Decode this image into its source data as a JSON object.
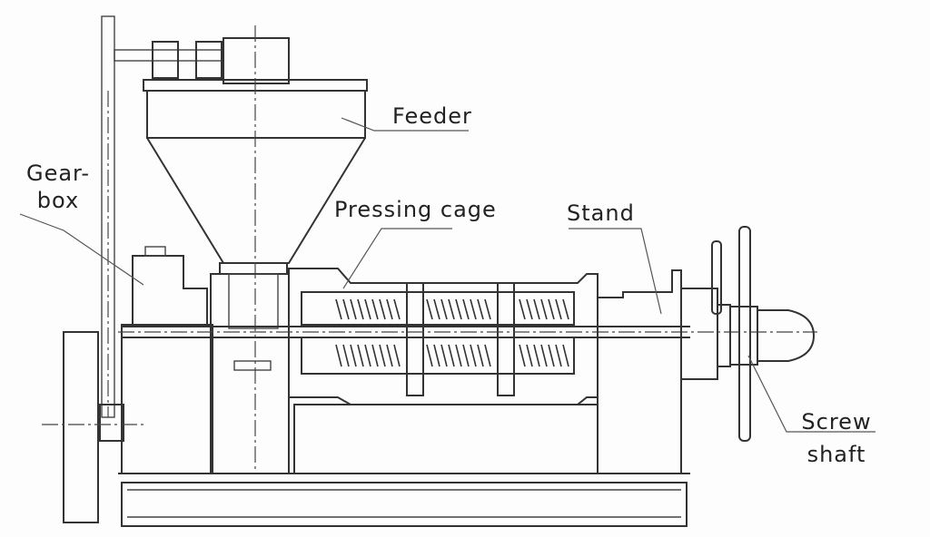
{
  "labels": {
    "feeder": "Feeder",
    "gearbox_line1": "Gear-",
    "gearbox_line2": "box",
    "pressing_cage": "Pressing cage",
    "stand": "Stand",
    "screw_shaft_line1": "Screw",
    "screw_shaft_line2": "shaft"
  },
  "colors": {
    "line": "#333333",
    "background": "#ffffff"
  }
}
